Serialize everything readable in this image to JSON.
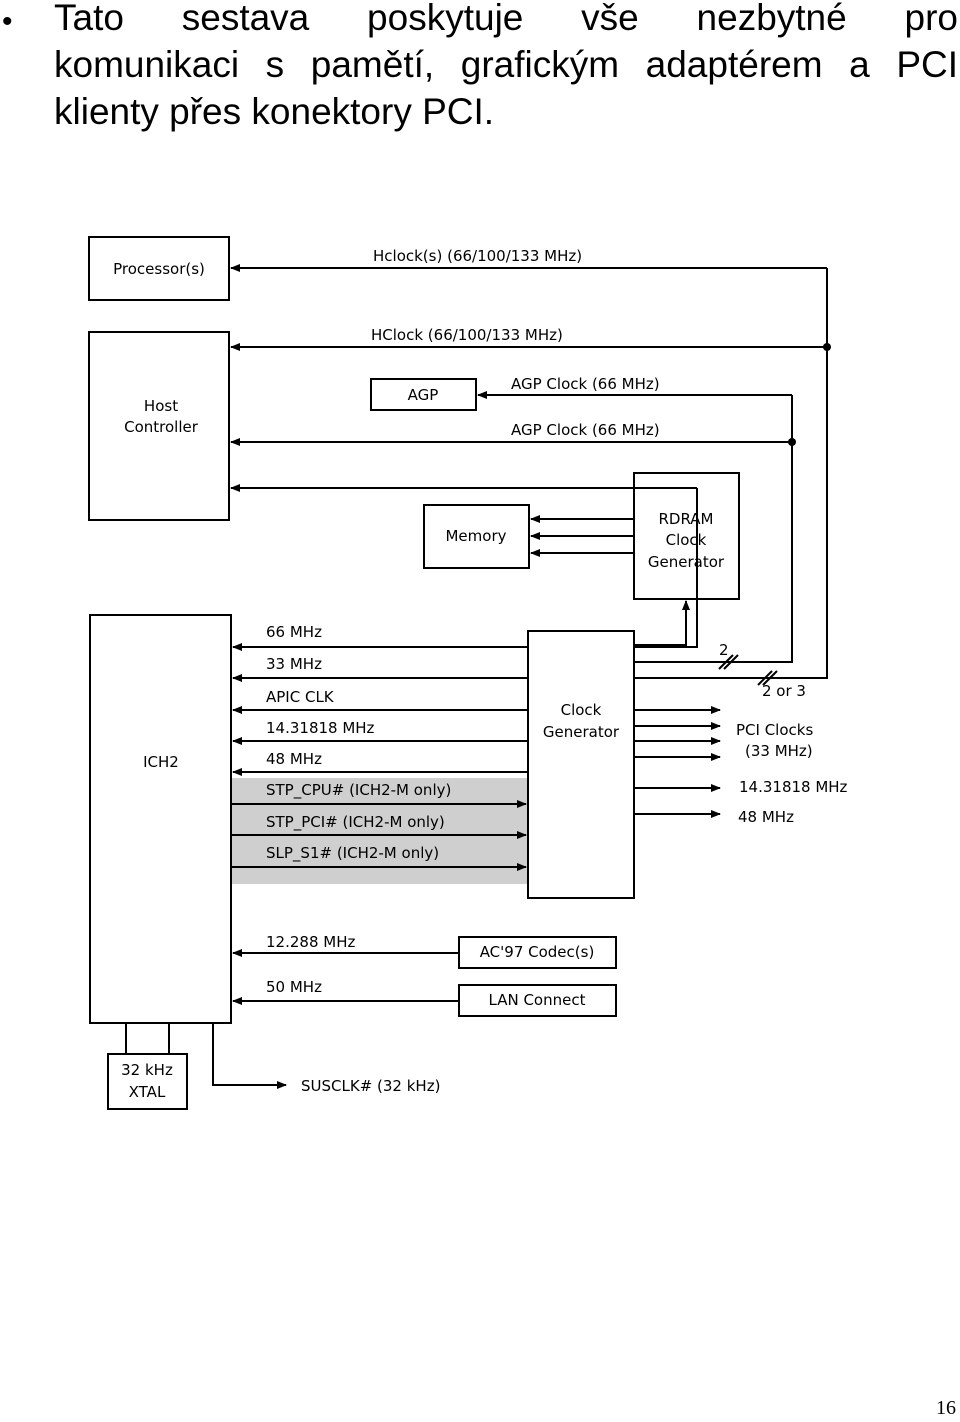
{
  "slide": {
    "bullet": "•",
    "line1": "Tato sestava poskytuje vše nezbytné pro",
    "line2": "komunikaci s pamětí, grafickým adaptérem a PCI",
    "line3": "klienty přes konektory PCI."
  },
  "diagram": {
    "blocks": {
      "processor": "Processor(s)",
      "host_controller_1": "Host",
      "host_controller_2": "Controller",
      "agp": "AGP",
      "memory": "Memory",
      "rdram_1": "RDRAM",
      "rdram_2": "Clock",
      "rdram_3": "Generator",
      "ich2": "ICH2",
      "clock_gen_1": "Clock",
      "clock_gen_2": "Generator",
      "ac97": "AC'97 Codec(s)",
      "lan": "LAN Connect",
      "xtal_1": "32 kHz",
      "xtal_2": "XTAL"
    },
    "signals": {
      "hclock_processor": "Hclock(s)  (66/100/133 MHz)",
      "hclock_host": "HClock (66/100/133 MHz)",
      "agp_clock_1": "AGP Clock (66 MHz)",
      "agp_clock_2": "AGP Clock (66 MHz)",
      "s66": "66 MHz",
      "s33": "33 MHz",
      "apic": "APIC CLK",
      "s14": "14.31818 MHz",
      "s48": "48 MHz",
      "stp_cpu": "STP_CPU# (ICH2-M only)",
      "stp_pci": "STP_PCI# (ICH2-M only)",
      "slp_s1": "SLP_S1# (ICH2-M only)",
      "s12": "12.288 MHz",
      "s50": "50 MHz",
      "susclk": "SUSCLK# (32 kHz)",
      "count_2": "2",
      "count_2or3": "2 or 3",
      "pci_clocks_1": "PCI Clocks",
      "pci_clocks_2": "(33 MHz)",
      "out_14": "14.31818 MHz",
      "out_48": "48 MHz"
    }
  },
  "page": {
    "number": "16"
  }
}
